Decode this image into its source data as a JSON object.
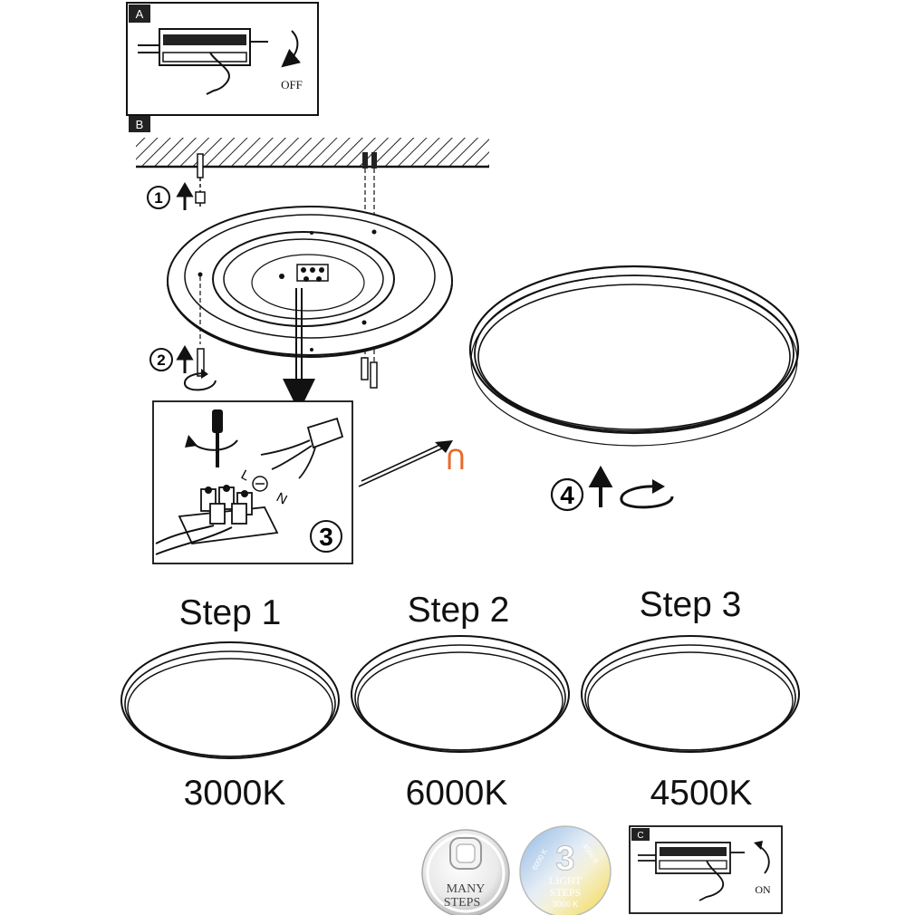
{
  "panels": {
    "a": {
      "tag": "A",
      "switch_label": "OFF"
    },
    "b": {
      "tag": "B"
    },
    "c": {
      "tag": "C",
      "switch_label": "ON"
    }
  },
  "install_steps": {
    "step1_number": "1",
    "step2_number": "2",
    "step3_number": "3",
    "step4_number": "4",
    "wire_labels": {
      "live": "L",
      "neutral": "N"
    },
    "connector_symbol": "ᑎ"
  },
  "light_steps": [
    {
      "title": "Step 1",
      "temperature": "3000K"
    },
    {
      "title": "Step 2",
      "temperature": "6000K"
    },
    {
      "title": "Step 3",
      "temperature": "4500K"
    }
  ],
  "badges": {
    "many_steps": {
      "line1": "MANY",
      "line2": "STEPS"
    },
    "light_steps": {
      "number": "3",
      "line1": "LIGHT",
      "line2": "STEPS",
      "temp_low": "3000 K",
      "temp_mid": "4500 K",
      "temp_high": "6000 K"
    }
  },
  "colors": {
    "line": "#1a1a1a",
    "connector_accent": "#e8692a",
    "badge_yellow": "#f2d84a",
    "badge_blue": "#9fc4e8"
  }
}
